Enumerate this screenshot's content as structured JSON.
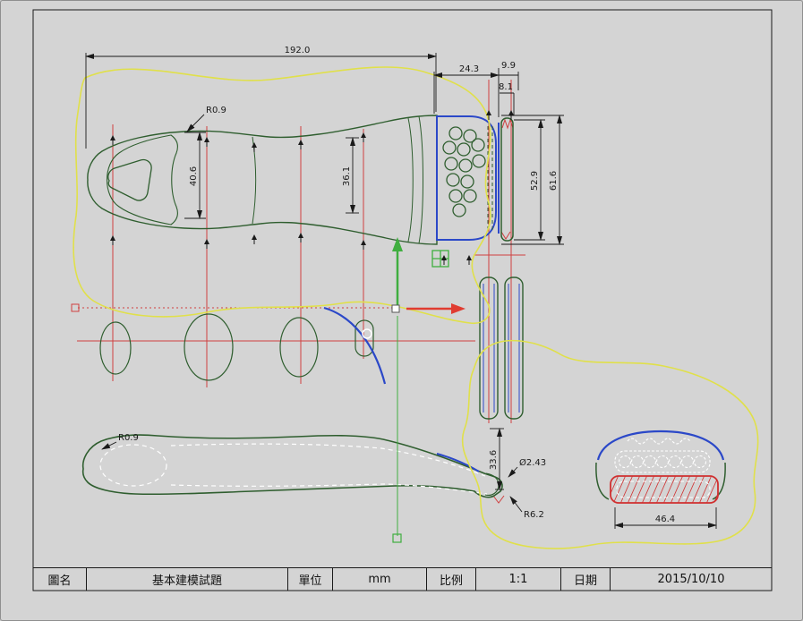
{
  "title_block": {
    "name_label": "圖名",
    "name_value": "基本建模試題",
    "unit_label": "單位",
    "unit_value": "mm",
    "scale_label": "比例",
    "scale_value": "1:1",
    "date_label": "日期",
    "date_value": "2015/10/10"
  },
  "dimensions": {
    "overall_length": "192.0",
    "head_width": "24.3",
    "head_depth": "9.9",
    "head_inner_depth": "8.1",
    "top_fillet": "R0.9",
    "body_width": "40.6",
    "waist_width": "36.1",
    "head_inner_height": "52.9",
    "head_height": "61.6",
    "side_fillet": "R0.9",
    "hole_diameter": "Ø2.43",
    "neck_height": "33.6",
    "bottom_fillet": "R6.2",
    "front_width": "46.4"
  },
  "colors": {
    "background": "#d4d4d4",
    "outline_green": "#2f5e2f",
    "accent_blue": "#2b48c8",
    "construction_red": "#cf4040",
    "sketch_yellow": "#e0e04a",
    "axis_green": "#3fae3f",
    "axis_red": "#e03c31",
    "hidden_white": "#ffffff",
    "dimension_black": "#1a1a1a"
  }
}
